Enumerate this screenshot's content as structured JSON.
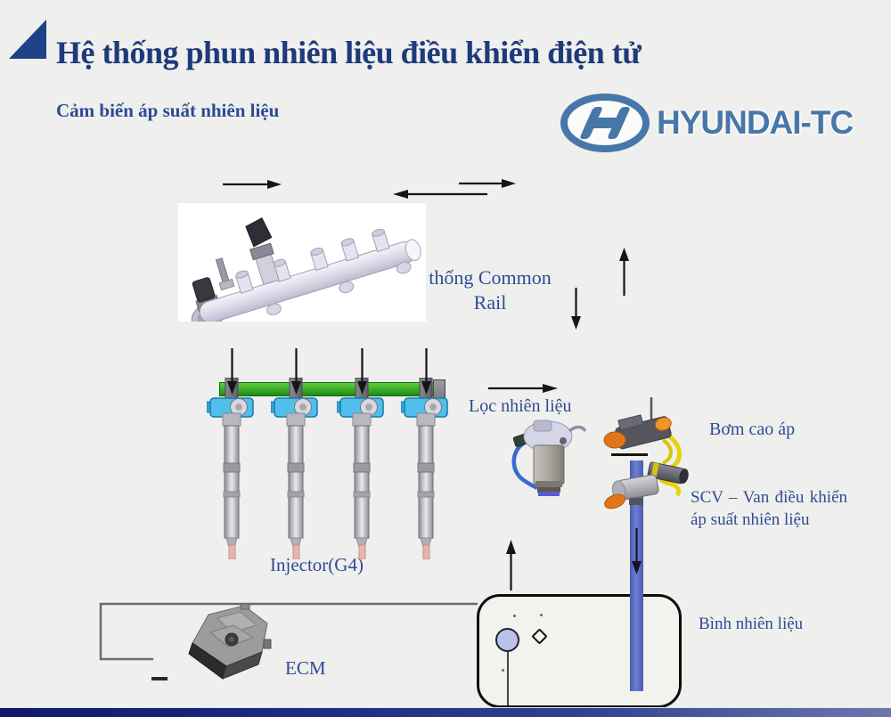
{
  "header": {
    "title": "Hệ thống phun nhiên liệu điều khiển điện tử",
    "subtitle": "Cảm biến áp suất nhiên liệu"
  },
  "logo": {
    "brand": "HYUNDAI-TC"
  },
  "diagram": {
    "common_rail_label_line1": "thống Common",
    "common_rail_label_line2": "Rail",
    "injector_label": "Injector(G4)",
    "fuel_filter_label": "Lọc nhiên liệu",
    "pump_label": "Bơm cao áp",
    "scv_label": "SCV – Van điều khiển áp suất nhiên liệu",
    "tank_label": "Bình nhiên liệu",
    "ecm_label": "ECM"
  },
  "colors": {
    "title_navy": "#1e3a7a",
    "label_blue": "#2e4b96",
    "logo_blue": "#4777a8",
    "rail_green": "#2ea32a",
    "injector_cyan": "#4fc0ea",
    "fuel_line_blue": "#5b6fc4",
    "footer_navy": "#1d2b82",
    "background": "#efefed"
  }
}
